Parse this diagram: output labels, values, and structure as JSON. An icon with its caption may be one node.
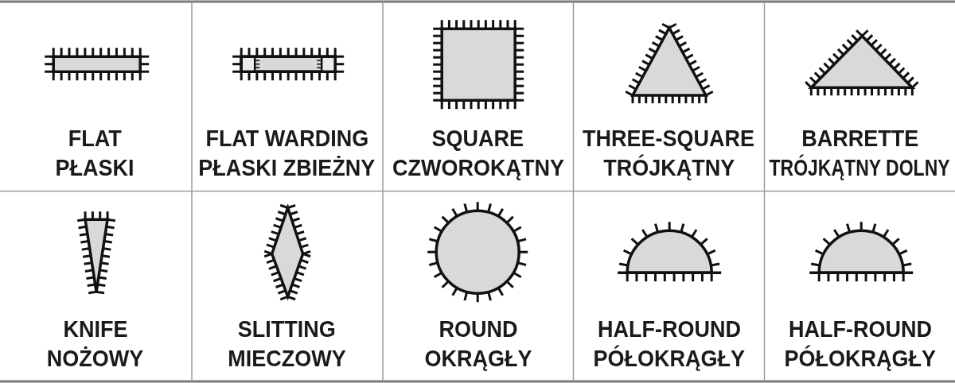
{
  "diagram": {
    "labels": [
      "FLAT",
      "PŁASKI",
      "FLAT WARDING",
      "PŁASKI ZBIEŻNY",
      "SQUARE",
      "CZWOROKĄTNY",
      "THREE-SQUARE",
      "TRÓJKĄTNY",
      "BARRETTE",
      "TRÓJKĄTNY DOLNY",
      "KNIFE",
      "NOŻOWY",
      "SLITTING",
      "MIECZOWY",
      "ROUND",
      "OKRĄGŁY",
      "HALF-ROUND",
      "PÓŁOKRĄGŁY",
      "HALF-ROUND",
      "PÓŁOKRĄGŁY"
    ]
  }
}
